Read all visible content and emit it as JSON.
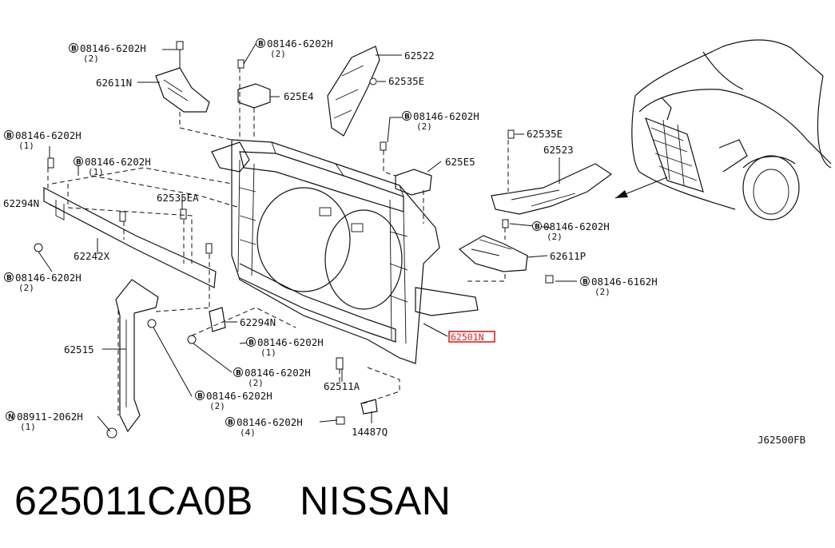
{
  "figure_code": "J62500FB",
  "highlight_color": "#e02020",
  "labels": {
    "p62611N": "62611N",
    "p62522": "62522",
    "p62535E_a": "62535E",
    "p625E4": "625E4",
    "p625E5": "625E5",
    "p62535E_b": "62535E",
    "p62523": "62523",
    "p62294N_a": "62294N",
    "p62535EA": "62535EA",
    "p62242X": "62242X",
    "p62611P": "62611P",
    "p62501N": "62501N",
    "p62294N_b": "62294N",
    "p62515": "62515",
    "p62511A": "62511A",
    "p14487Q": "14487Q"
  },
  "fasteners": [
    {
      "prefix": "B",
      "code": "08146-6202H",
      "qty": "(2)"
    },
    {
      "prefix": "B",
      "code": "08146-6202H",
      "qty": "(2)"
    },
    {
      "prefix": "B",
      "code": "08146-6202H",
      "qty": "(2)"
    },
    {
      "prefix": "B",
      "code": "08146-6202H",
      "qty": "(1)"
    },
    {
      "prefix": "B",
      "code": "08146-6202H",
      "qty": "(1)"
    },
    {
      "prefix": "B",
      "code": "08146-6202H",
      "qty": "(2)"
    },
    {
      "prefix": "B",
      "code": "08146-6202H",
      "qty": "(2)"
    },
    {
      "prefix": "B",
      "code": "08146-6162H",
      "qty": "(2)"
    },
    {
      "prefix": "B",
      "code": "08146-6202H",
      "qty": "(1)"
    },
    {
      "prefix": "B",
      "code": "08146-6202H",
      "qty": "(2)"
    },
    {
      "prefix": "B",
      "code": "08146-6202H",
      "qty": "(2)"
    },
    {
      "prefix": "N",
      "code": "08911-2062H",
      "qty": "(1)"
    },
    {
      "prefix": "B",
      "code": "08146-6202H",
      "qty": "(4)"
    }
  ],
  "caption": {
    "part_number": "625011CA0B",
    "brand": "NISSAN"
  }
}
